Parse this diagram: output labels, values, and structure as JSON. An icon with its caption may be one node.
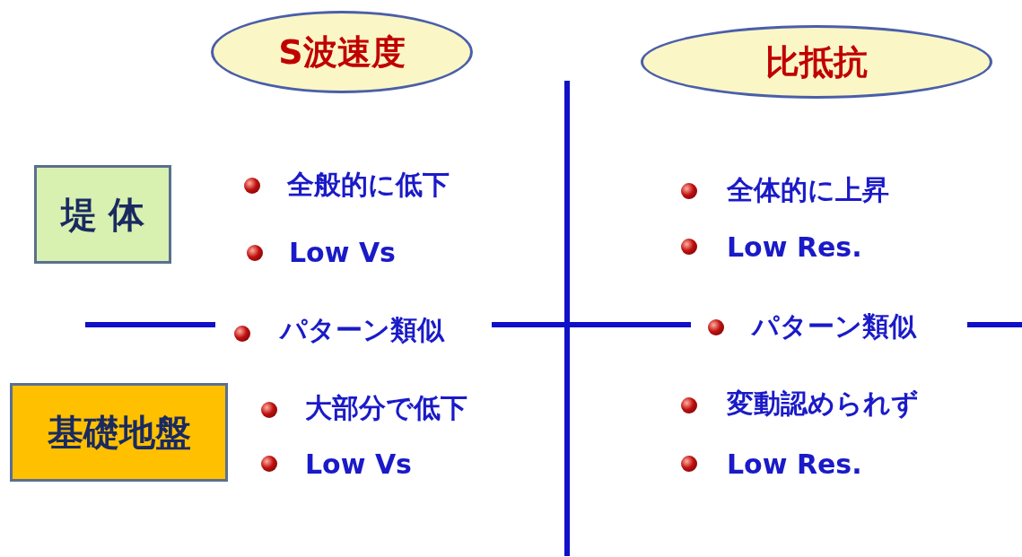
{
  "diagram": {
    "nodes": [
      {
        "text": [
          "S波速度"
        ]
      },
      {
        "text": [
          "比抵抗"
        ]
      },
      {
        "text": [
          "堤 体"
        ]
      },
      {
        "text": [
          "基礎地盤"
        ]
      }
    ],
    "labels": [
      "全般的に低下",
      "全体的に上昇",
      "Low Vs",
      "Low Res.",
      "パターン類似",
      "パターン類似",
      "大部分で低下",
      "変動認められず",
      "Low Vs",
      "Low Res."
    ]
  }
}
